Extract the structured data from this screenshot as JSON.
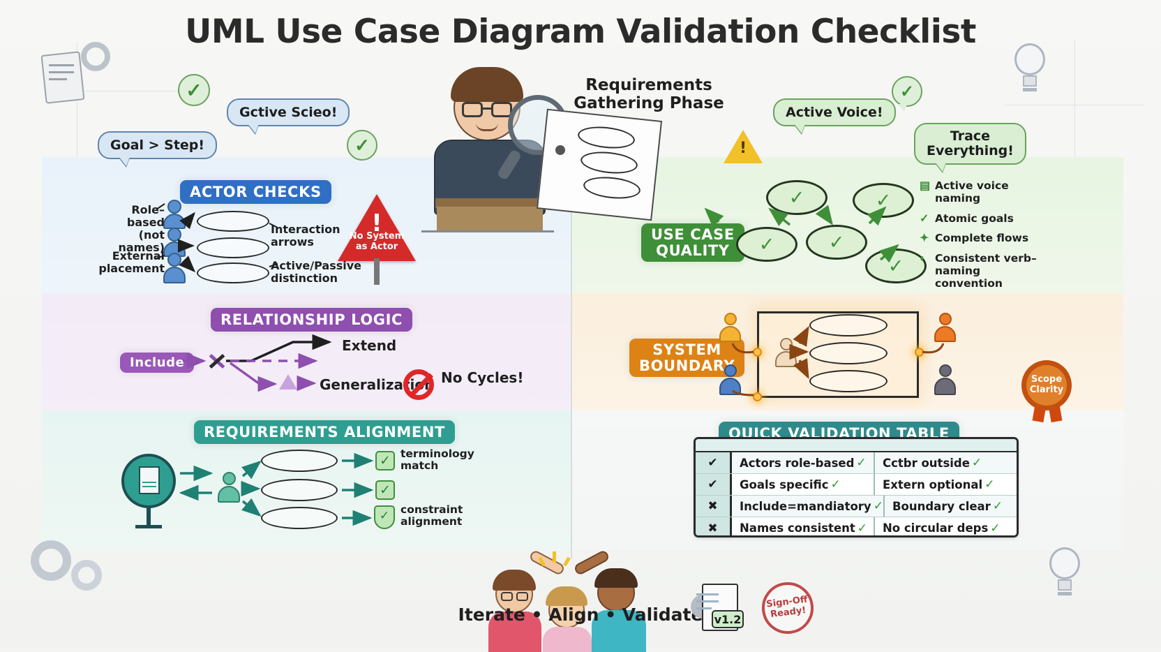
{
  "title": "UML Use Case Diagram Validation Checklist",
  "tagline": "Iterate • Align • Validate",
  "hero": {
    "caption_line1": "Requirements",
    "caption_line2": "Gathering Phase"
  },
  "bubbles": {
    "goal": "Goal > Step!",
    "garbled_active_voice": "Gctive Scieo!",
    "active_voice": "Active Voice!",
    "trace_line1": "Trace",
    "trace_line2": "Everything!"
  },
  "sections": {
    "actor_checks": {
      "chip": "ACTOR CHECKS",
      "labels": {
        "role_based_line1": "Role–based",
        "role_based_line2": "(not names)",
        "external_line1": "External",
        "external_line2": "placement",
        "interaction_line1": "Interaction",
        "interaction_line2": "arrows",
        "activepassive_line1": "Active/Passive",
        "activepassive_line2": "distinction"
      },
      "sign": {
        "line1": "No System",
        "line2": "as Actor",
        "glyph": "!"
      }
    },
    "relationship_logic": {
      "chip": "RELATIONSHIP LOGIC",
      "include": "Include",
      "extend": "Extend",
      "generalization": "Generalization",
      "no_cycles": "No Cycles!"
    },
    "requirements_alignment": {
      "chip": "REQUIREMENTS ALIGNMENT",
      "terminology_line1": "terminology",
      "terminology_line2": "match",
      "constraint_line1": "constraint",
      "constraint_line2": "alignment"
    },
    "use_case_quality": {
      "chip_line1": "USE CASE",
      "chip_line2": "QUALITY",
      "checklist": [
        {
          "icon": "clipboard-icon",
          "glyph": "▤",
          "text": "Active voice naming"
        },
        {
          "icon": "pen-icon",
          "glyph": "✓",
          "text": "Atomic goals"
        },
        {
          "icon": "flow-icon",
          "glyph": "✦",
          "text": "Complete flows"
        },
        {
          "icon": "clock-icon",
          "glyph": "◐",
          "text": "Consistent verb–naming convention"
        }
      ]
    },
    "system_boundary": {
      "chip_line1": "SYSTEM",
      "chip_line2": "BOUNDARY",
      "badge_line1": "Scope",
      "badge_line2": "Clarity"
    },
    "quick_validation_table": {
      "chip": "QUICK VALIDATION TABLE",
      "rows": [
        {
          "status": "✔",
          "left": "Actors role-based",
          "left_tick": "✓",
          "right": "Cctbr outside",
          "right_tick": "✓"
        },
        {
          "status": "✔",
          "left": "Goals specific",
          "left_tick": "✓",
          "right": "Extern optional",
          "right_tick": "✓"
        },
        {
          "status": "✖",
          "left": "Include=mandiatory",
          "left_tick": "✓",
          "right": "Boundary clear",
          "right_tick": "✓"
        },
        {
          "status": "✖",
          "left": "Names consistent",
          "left_tick": "✓",
          "right": "No circular deps",
          "right_tick": "✓"
        }
      ]
    }
  },
  "footer": {
    "version_tag": "v1.2",
    "stamp_line1": "Sign-Off",
    "stamp_line2": "Ready!"
  },
  "colors": {
    "actor_blue": "#2f6fc4",
    "relationship_purple": "#8e4fae",
    "requirements_teal": "#2e9e90",
    "quality_green": "#3f8f38",
    "boundary_orange": "#dd8215",
    "table_teal": "#2f8b8b",
    "alert_red": "#d42a2a",
    "warn_yellow": "#f2c129"
  }
}
